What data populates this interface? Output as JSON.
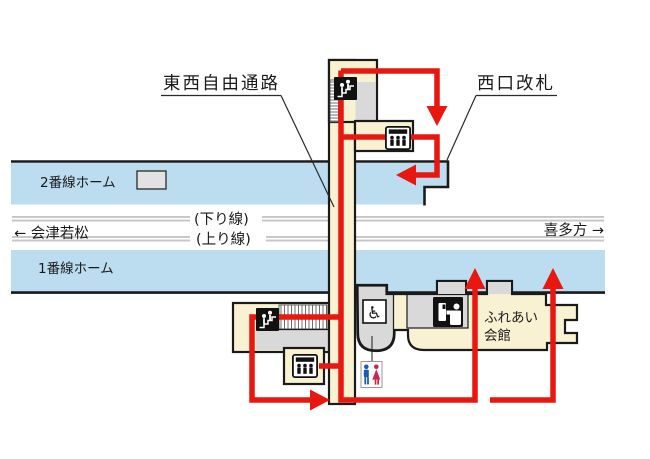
{
  "map": {
    "annotations": {
      "passage_label": "東西自由通路",
      "west_gate_label": "西口改札"
    },
    "platform2_label": "2番線ホーム",
    "platform1_label": "1番線ホーム",
    "tracks": {
      "down_line_label": "(下り線)",
      "up_line_label": "(上り線)",
      "left_direction": "← 会津若松",
      "right_direction": "喜多方 →"
    },
    "building": {
      "name_line1": "ふれあい",
      "name_line2": "会館"
    },
    "icons": {
      "wheelchair_glyph": "♿",
      "names": [
        "stairs-icon",
        "elevator-icon",
        "wheelchair-icon",
        "ticket-window-icon",
        "restroom-icon"
      ]
    },
    "colors": {
      "platform_blue": "#bcdcf0",
      "corridor_cream": "#f8f2d3",
      "area_gray": "#d9d9d9",
      "route_red": "#e8170f",
      "track_gray": "#c6c6c6",
      "outline_black": "#1a1a1a",
      "restroom_male_blue": "#1c5bb0",
      "restroom_female_red": "#c9254f"
    }
  }
}
